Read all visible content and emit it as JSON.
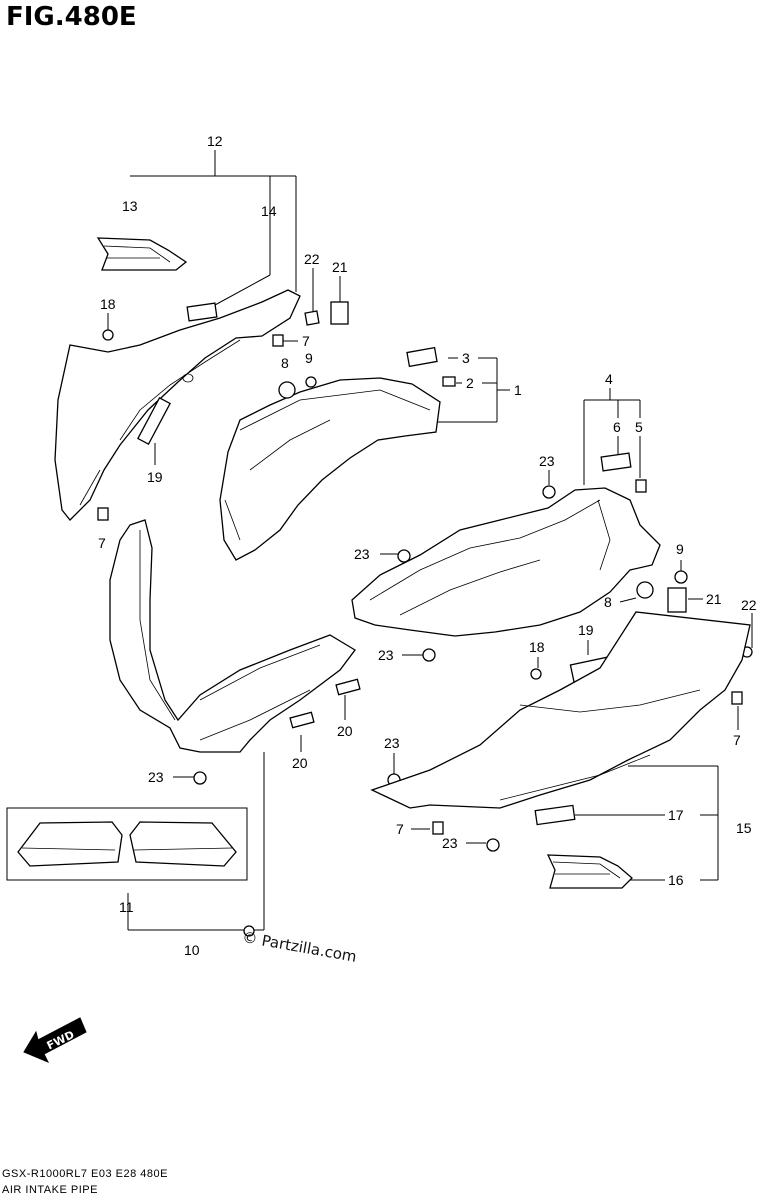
{
  "header": {
    "figure_title": "FIG.480E"
  },
  "footer": {
    "model_code": "GSX-R1000RL7  E03  E28  480E",
    "section_name": "AIR INTAKE PIPE"
  },
  "watermark": {
    "text": "© Partzilla.com"
  },
  "direction_arrow": {
    "label": "FWD"
  },
  "callouts": {
    "c1": "1",
    "c2": "2",
    "c3": "3",
    "c4": "4",
    "c5": "5",
    "c6": "6",
    "c7a": "7",
    "c7b": "7",
    "c7c": "7",
    "c7d": "7",
    "c8a": "8",
    "c8b": "8",
    "c9a": "9",
    "c9b": "9",
    "c10": "10",
    "c11": "11",
    "c12": "12",
    "c13": "13",
    "c14": "14",
    "c15": "15",
    "c16": "16",
    "c17": "17",
    "c18a": "18",
    "c18b": "18",
    "c19a": "19",
    "c19b": "19",
    "c20a": "20",
    "c20b": "20",
    "c21a": "21",
    "c21b": "21",
    "c22a": "22",
    "c22b": "22",
    "c23a": "23",
    "c23b": "23",
    "c23c": "23",
    "c23d": "23",
    "c23e": "23",
    "c23f": "23"
  },
  "colors": {
    "line": "#000000",
    "background": "#ffffff"
  }
}
